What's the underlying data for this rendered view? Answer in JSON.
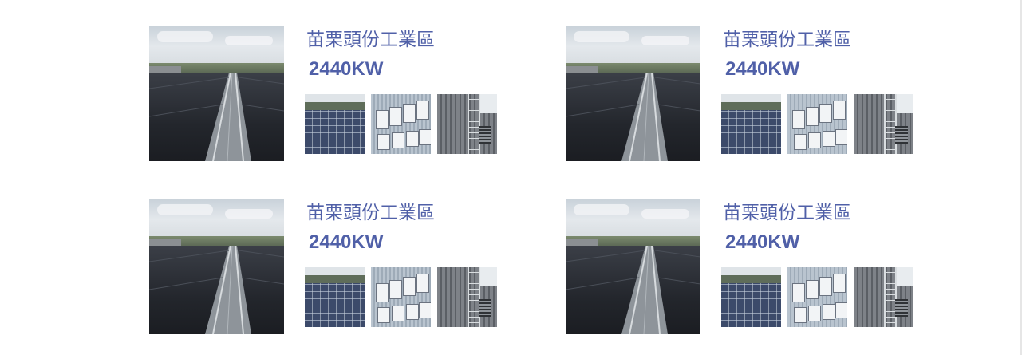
{
  "projects": [
    {
      "title": "苗栗頭份工業區",
      "capacity": "2440KW",
      "main_photo": "rooftop-solar-array-photo",
      "thumbnails": [
        "solar-panels-photo",
        "inverter-boxes-photo",
        "ladder-wall-photo"
      ]
    },
    {
      "title": "苗栗頭份工業區",
      "capacity": "2440KW",
      "main_photo": "rooftop-solar-array-photo",
      "thumbnails": [
        "solar-panels-photo",
        "inverter-boxes-photo",
        "ladder-wall-photo"
      ]
    },
    {
      "title": "苗栗頭份工業區",
      "capacity": "2440KW",
      "main_photo": "rooftop-solar-array-photo",
      "thumbnails": [
        "solar-panels-photo",
        "inverter-boxes-photo",
        "ladder-wall-photo"
      ]
    },
    {
      "title": "苗栗頭份工業區",
      "capacity": "2440KW",
      "main_photo": "rooftop-solar-array-photo",
      "thumbnails": [
        "solar-panels-photo",
        "inverter-boxes-photo",
        "ladder-wall-photo"
      ]
    }
  ],
  "colors": {
    "accent_text": "#5060a8",
    "background": "#ffffff"
  }
}
